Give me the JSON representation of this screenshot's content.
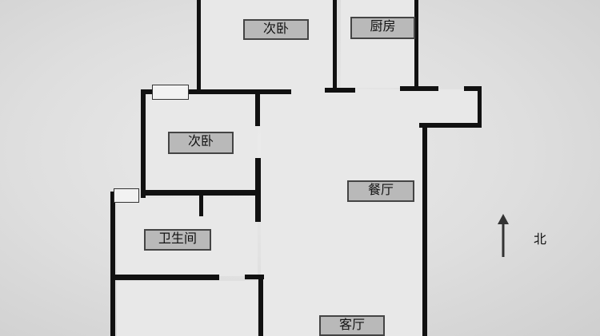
{
  "rooms": {
    "bedroom_top": "次卧",
    "kitchen": "厨房",
    "bedroom_mid": "次卧",
    "dining_room": "餐厅",
    "bathroom": "卫生间",
    "living_room": "客厅"
  },
  "compass": {
    "north_label": "北"
  }
}
